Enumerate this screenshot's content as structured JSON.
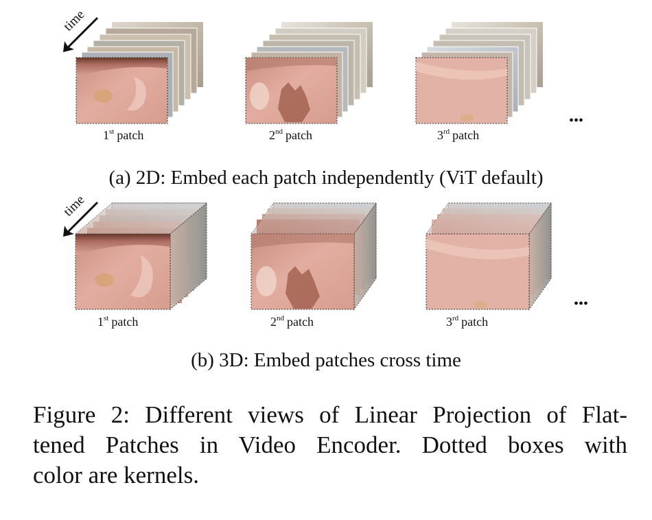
{
  "panel_a": {
    "time_label": "time",
    "patches": [
      {
        "num": "1",
        "sup": "st",
        "word": "patch"
      },
      {
        "num": "2",
        "sup": "nd",
        "word": "patch"
      },
      {
        "num": "3",
        "sup": "rd",
        "word": "patch"
      }
    ],
    "ellipsis": "•••",
    "caption": "(a) 2D: Embed each patch independently (ViT default)"
  },
  "panel_b": {
    "time_label": "time",
    "patches": [
      {
        "num": "1",
        "sup": "st",
        "word": "patch"
      },
      {
        "num": "2",
        "sup": "nd",
        "word": "patch"
      },
      {
        "num": "3",
        "sup": "rd",
        "word": "patch"
      }
    ],
    "ellipsis": "•••",
    "caption": "(b) 3D: Embed patches cross time"
  },
  "figure_caption": {
    "line1": "Figure 2: Different views of Linear Projection of Flat-",
    "line2": "tened Patches in Video Encoder.  Dotted boxes with",
    "line3": "color are kernels."
  },
  "colors": {
    "skin": "#d9a596",
    "skin_light": "#e6b9aa",
    "dark_brown": "#6b3a2c",
    "grey_frame": "#c9c3b6",
    "blue_grey": "#b9c1c8"
  }
}
